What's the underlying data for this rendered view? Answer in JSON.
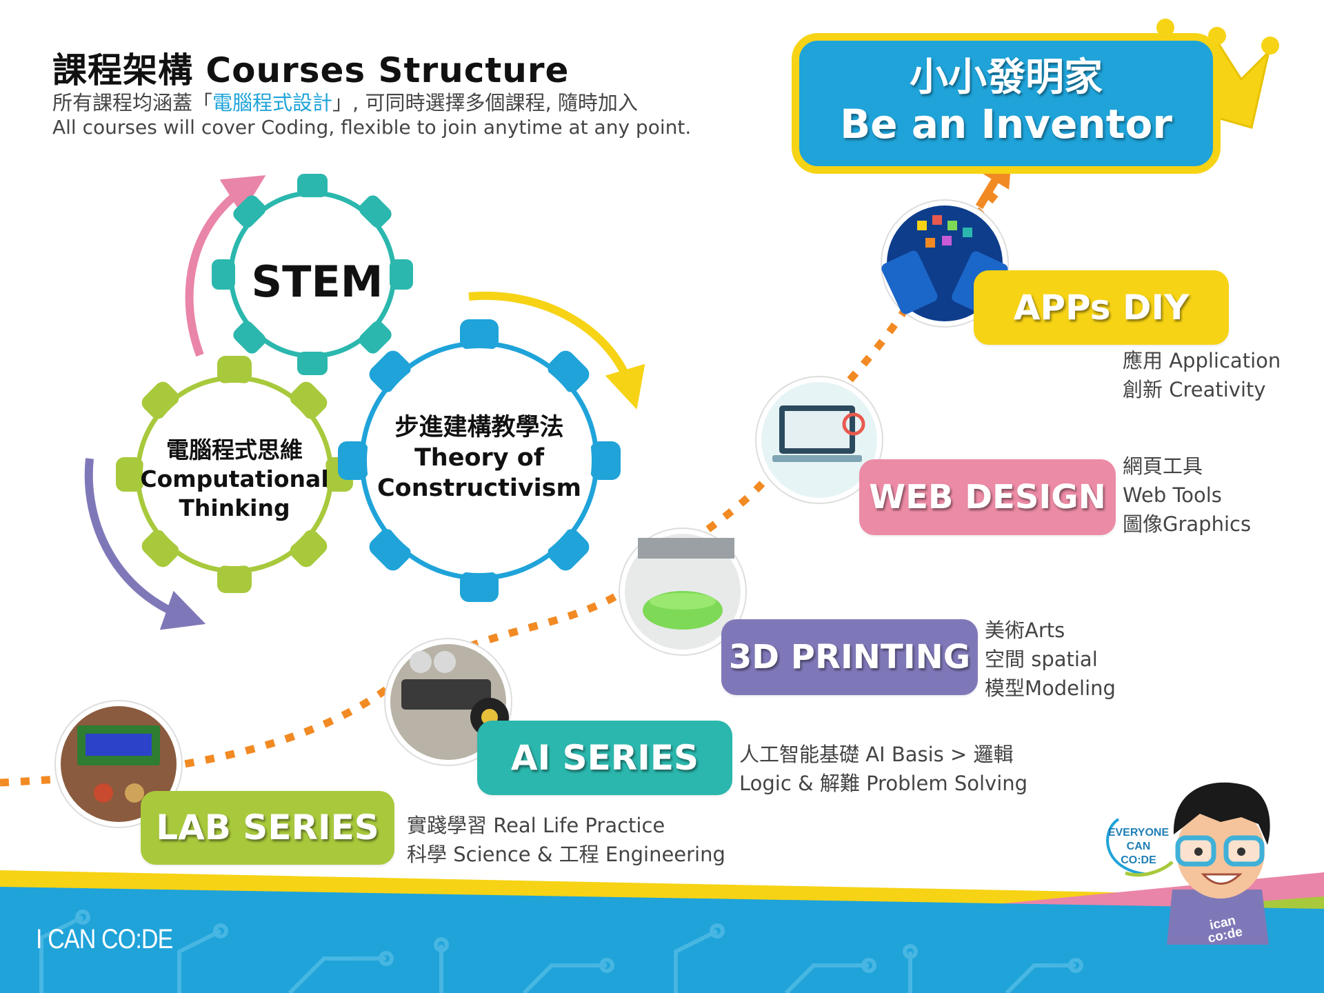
{
  "header": {
    "title": "課程架構 Courses Structure",
    "subtitle_zh_pre": "所有課程均涵蓋「",
    "subtitle_zh_highlight": "電腦程式設計",
    "subtitle_zh_post": "」, 可同時選擇多個課程, 隨時加入",
    "subtitle_en": "All courses will cover Coding, flexible to join anytime at any point."
  },
  "gears": {
    "stem": "STEM",
    "computational": [
      "電腦程式思維",
      "Computational",
      "Thinking"
    ],
    "constructivism": [
      "步進建構教學法",
      "Theory of",
      "Constructivism"
    ]
  },
  "goal": {
    "zh": "小小發明家",
    "en": "Be an Inventor"
  },
  "courses": [
    {
      "key": "lab",
      "label": "LAB SERIES",
      "color": "#a8c93c",
      "desc": [
        "實踐學習 Real Life Practice",
        "科學 Science & 工程 Engineering"
      ]
    },
    {
      "key": "ai",
      "label": "AI SERIES",
      "color": "#2bb7ad",
      "desc": [
        "人工智能基礎 AI Basis > 邏輯",
        "Logic & 解難 Problem Solving"
      ]
    },
    {
      "key": "3d",
      "label": "3D PRINTING",
      "color": "#7f78b8",
      "desc": [
        "美術Arts",
        "空間 spatial",
        "模型Modeling"
      ]
    },
    {
      "key": "web",
      "label": "WEB DESIGN",
      "color": "#ec8ba5",
      "desc": [
        "網頁工具",
        "Web Tools",
        "圖像Graphics"
      ]
    },
    {
      "key": "apps",
      "label": "APPs DIY",
      "color": "#f6d315",
      "desc": [
        "應用  Application",
        "創新 Creativity"
      ]
    }
  ],
  "footer": {
    "brand": "I CAN CO:DE",
    "badge": [
      "EVERYONE",
      "CAN CO:DE"
    ],
    "mascot_logo": [
      "ican",
      "co:de"
    ]
  },
  "colors": {
    "blue": "#1fa3d9",
    "yellow": "#f6d315",
    "orange": "#f28a24",
    "pink": "#e985a8",
    "purple": "#7f78b8",
    "green": "#a8c93c"
  }
}
